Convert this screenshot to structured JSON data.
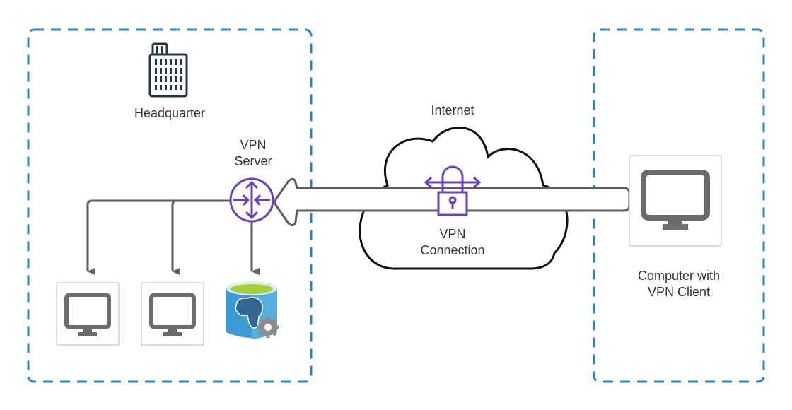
{
  "title": "VPN Network Diagram",
  "colors": {
    "zone_border": "#2a83c3",
    "connector": "#5d5d5d",
    "vpn_accent": "#6b3fbf",
    "monitor": "#6b6b6b",
    "cloud_stroke": "#111111",
    "db_blue": "#3b9bd6",
    "db_top": "#a7cf39"
  },
  "zones": [
    {
      "id": "headquarter",
      "label": "Headquarter",
      "icon": "office-building-icon"
    },
    {
      "id": "remote",
      "label": "Computer with\nVPN Client"
    }
  ],
  "nodes": {
    "vpn_server": {
      "label": "VPN\nServer",
      "icon": "router-icon"
    },
    "internet": {
      "label": "Internet",
      "icon": "cloud-icon"
    },
    "vpn_connection": {
      "label": "VPN\nConnection",
      "icon": "lock-icon"
    },
    "hq_computer_1": {
      "icon": "monitor-icon"
    },
    "hq_computer_2": {
      "icon": "monitor-icon"
    },
    "hq_database": {
      "icon": "postgresql-database-icon"
    },
    "remote_computer": {
      "icon": "monitor-icon"
    }
  },
  "edges": [
    {
      "from": "remote_computer",
      "to": "vpn_server",
      "style": "tunnel-arrow"
    },
    {
      "from": "vpn_server",
      "to": "hq_computer_1",
      "style": "arrow"
    },
    {
      "from": "vpn_server",
      "to": "hq_computer_2",
      "style": "arrow"
    },
    {
      "from": "vpn_server",
      "to": "hq_database",
      "style": "arrow"
    }
  ]
}
